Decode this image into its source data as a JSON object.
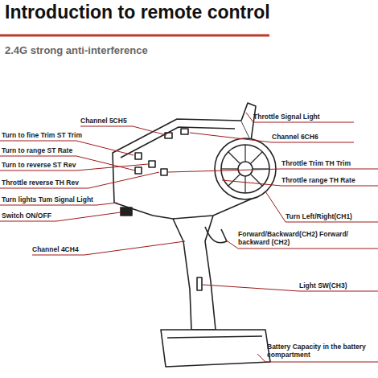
{
  "diagram": {
    "title": "Introduction to remote control",
    "labels": [
      "2.4G strong anti-interference",
      "Channel 5CH5",
      "Throttle Signal Light",
      "Turn to fine Trim ST Trim",
      "Channel 6CH6",
      "Turn to range ST Rate",
      "Turn to reverse ST Rev",
      "Throttle Trim TH Trim",
      "Throttle reverse TH Rev",
      "Throttle range TH Rate",
      "Turn lights Tum Signal Light",
      "Switch ON/OFF",
      "Turn Left/Right(CH1)",
      "Channel 4CH4",
      "Forward/Backward(CH2) Forward/ backward (CH2)",
      "Light SW(CH3)",
      "Battery Capacity in the battery compartment"
    ]
  }
}
